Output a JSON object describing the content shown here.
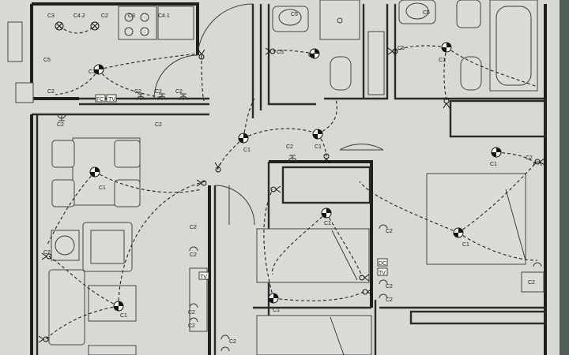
{
  "labels": {
    "c1": "C1",
    "c2": "C2",
    "c3": "C3",
    "c4_1": "C4.1",
    "c4_2": "C4.2",
    "c5": "C5",
    "tv": "TV",
    "tv_fc": "FC",
    "dc": "DC"
  },
  "colors": {
    "paper": "#d9d9d4",
    "line": "#222222",
    "edge": "#4f5f58"
  },
  "icons": [
    "ceiling-light-icon",
    "socket-icon",
    "switch-icon",
    "tv-outlet-icon"
  ]
}
